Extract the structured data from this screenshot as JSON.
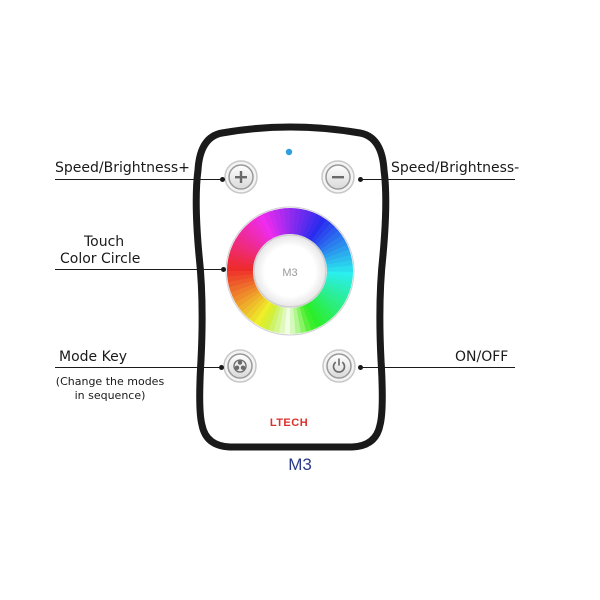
{
  "callouts": {
    "speed_up": "Speed/Brightness+",
    "speed_down": "Speed/Brightness-",
    "touch_line1": "Touch",
    "touch_line2": "Color Circle",
    "mode_key": "Mode Key",
    "mode_note_line1": "(Change the modes",
    "mode_note_line2": "in sequence)",
    "on_off": "ON/OFF"
  },
  "remote": {
    "center_label": "M3",
    "brand": "LTECH",
    "model": "M3",
    "colors": {
      "body_outline": "#1a1a1a",
      "indicator": "#2f9fe0",
      "brand": "#d9312b",
      "model": "#2a3b8c"
    },
    "icons": {
      "plus": "plus-icon",
      "minus": "minus-icon",
      "mode": "mode-wheel-icon",
      "power": "power-icon"
    }
  }
}
